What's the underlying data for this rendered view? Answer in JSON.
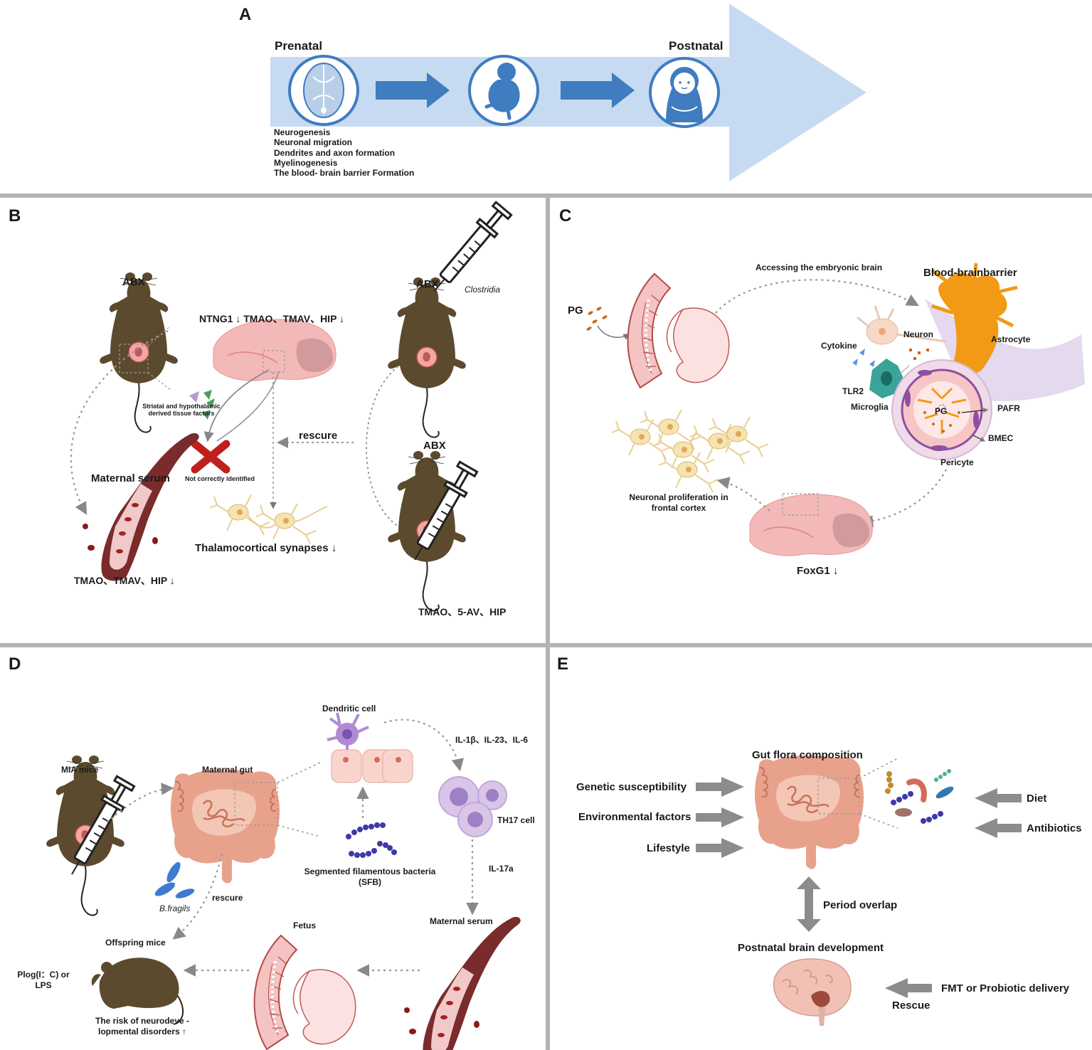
{
  "panels": {
    "a": "A",
    "b": "B",
    "c": "C",
    "d": "D",
    "e": "E"
  },
  "panel_a": {
    "prenatal": "Prenatal",
    "postnatal": "Postnatal",
    "processes": [
      "Neurogenesis",
      "Neuronal migration",
      "Dendrites and axon formation",
      "Myelinogenesis",
      "The blood- brain barrier Formation"
    ]
  },
  "panel_b": {
    "abx_left": "ABX",
    "abx_right_top": "ABX",
    "abx_right_bottom": "ABX",
    "clostridia": "Clostridia",
    "ntng": "NTNG1 ↓ TMAO、TMAV、HIP ↓",
    "tissue_factors": "Striatal and hypothalamic derived tissue factors",
    "rescure": "rescure",
    "not_identified": "Not correctly identified",
    "maternal_serum": "Maternal serum",
    "thalamo": "Thalamocortical synapses ↓",
    "serum_metabolites": "TMAO、TMAV、HIP ↓",
    "injected": "TMAO、5-AV、HIP"
  },
  "panel_c": {
    "pg": "PG",
    "accessing": "Accessing the embryonic brain",
    "bbb": "Blood-brainbarrier",
    "neuron": "Neuron",
    "astrocyte": "Astrocyte",
    "cytokine": "Cytokine",
    "tlr2": "TLR2",
    "microglia": "Microglia",
    "pg_inner": "PG",
    "pafr": "PAFR",
    "bmec": "BMEC",
    "pericyte": "Pericyte",
    "prolif": "Neuronal proliferation in frontal cortex",
    "foxg1": "FoxG1 ↓"
  },
  "panel_d": {
    "dendritic": "Dendritic cell",
    "il": "IL-1β、IL-23、IL-6",
    "mia": "MIA mice",
    "maternal_gut": "Maternal gut",
    "th17": "TH17 cell",
    "sfb": "Segmented filamentous bacteria (SFB)",
    "il17": "IL-17a",
    "bfragilis": "B.fragils",
    "rescure": "rescure",
    "fetus": "Fetus",
    "maternal_serum": "Maternal serum",
    "offspring": "Offspring mice",
    "plog": "Plog(I：C) or LPS",
    "risk": "The risk of neurodeve -lopmental disorders ↑"
  },
  "panel_e": {
    "gut_flora": "Gut flora composition",
    "genetic": "Genetic susceptibility",
    "environmental": "Environmental factors",
    "lifestyle": "Lifestyle",
    "diet": "Diet",
    "antibiotics": "Antibiotics",
    "period": "Period overlap",
    "postnatal": "Postnatal brain development",
    "fmt": "FMT or Probiotic delivery",
    "rescue": "Rescue"
  },
  "colors": {
    "arrow_band": "#c6dbf1",
    "arrow_blue": "#3f7cc0",
    "divider": "#b3b3b3",
    "mouse": "#5c4a2e",
    "tissue": "#f0b8b8",
    "gut": "#e9a48f",
    "astrocyte": "#f29a16",
    "microglia": "#3aa39a",
    "vessel": "#7a1f1f",
    "bbb_purple": "#e4d9ef",
    "grey_arrow": "#888888"
  }
}
